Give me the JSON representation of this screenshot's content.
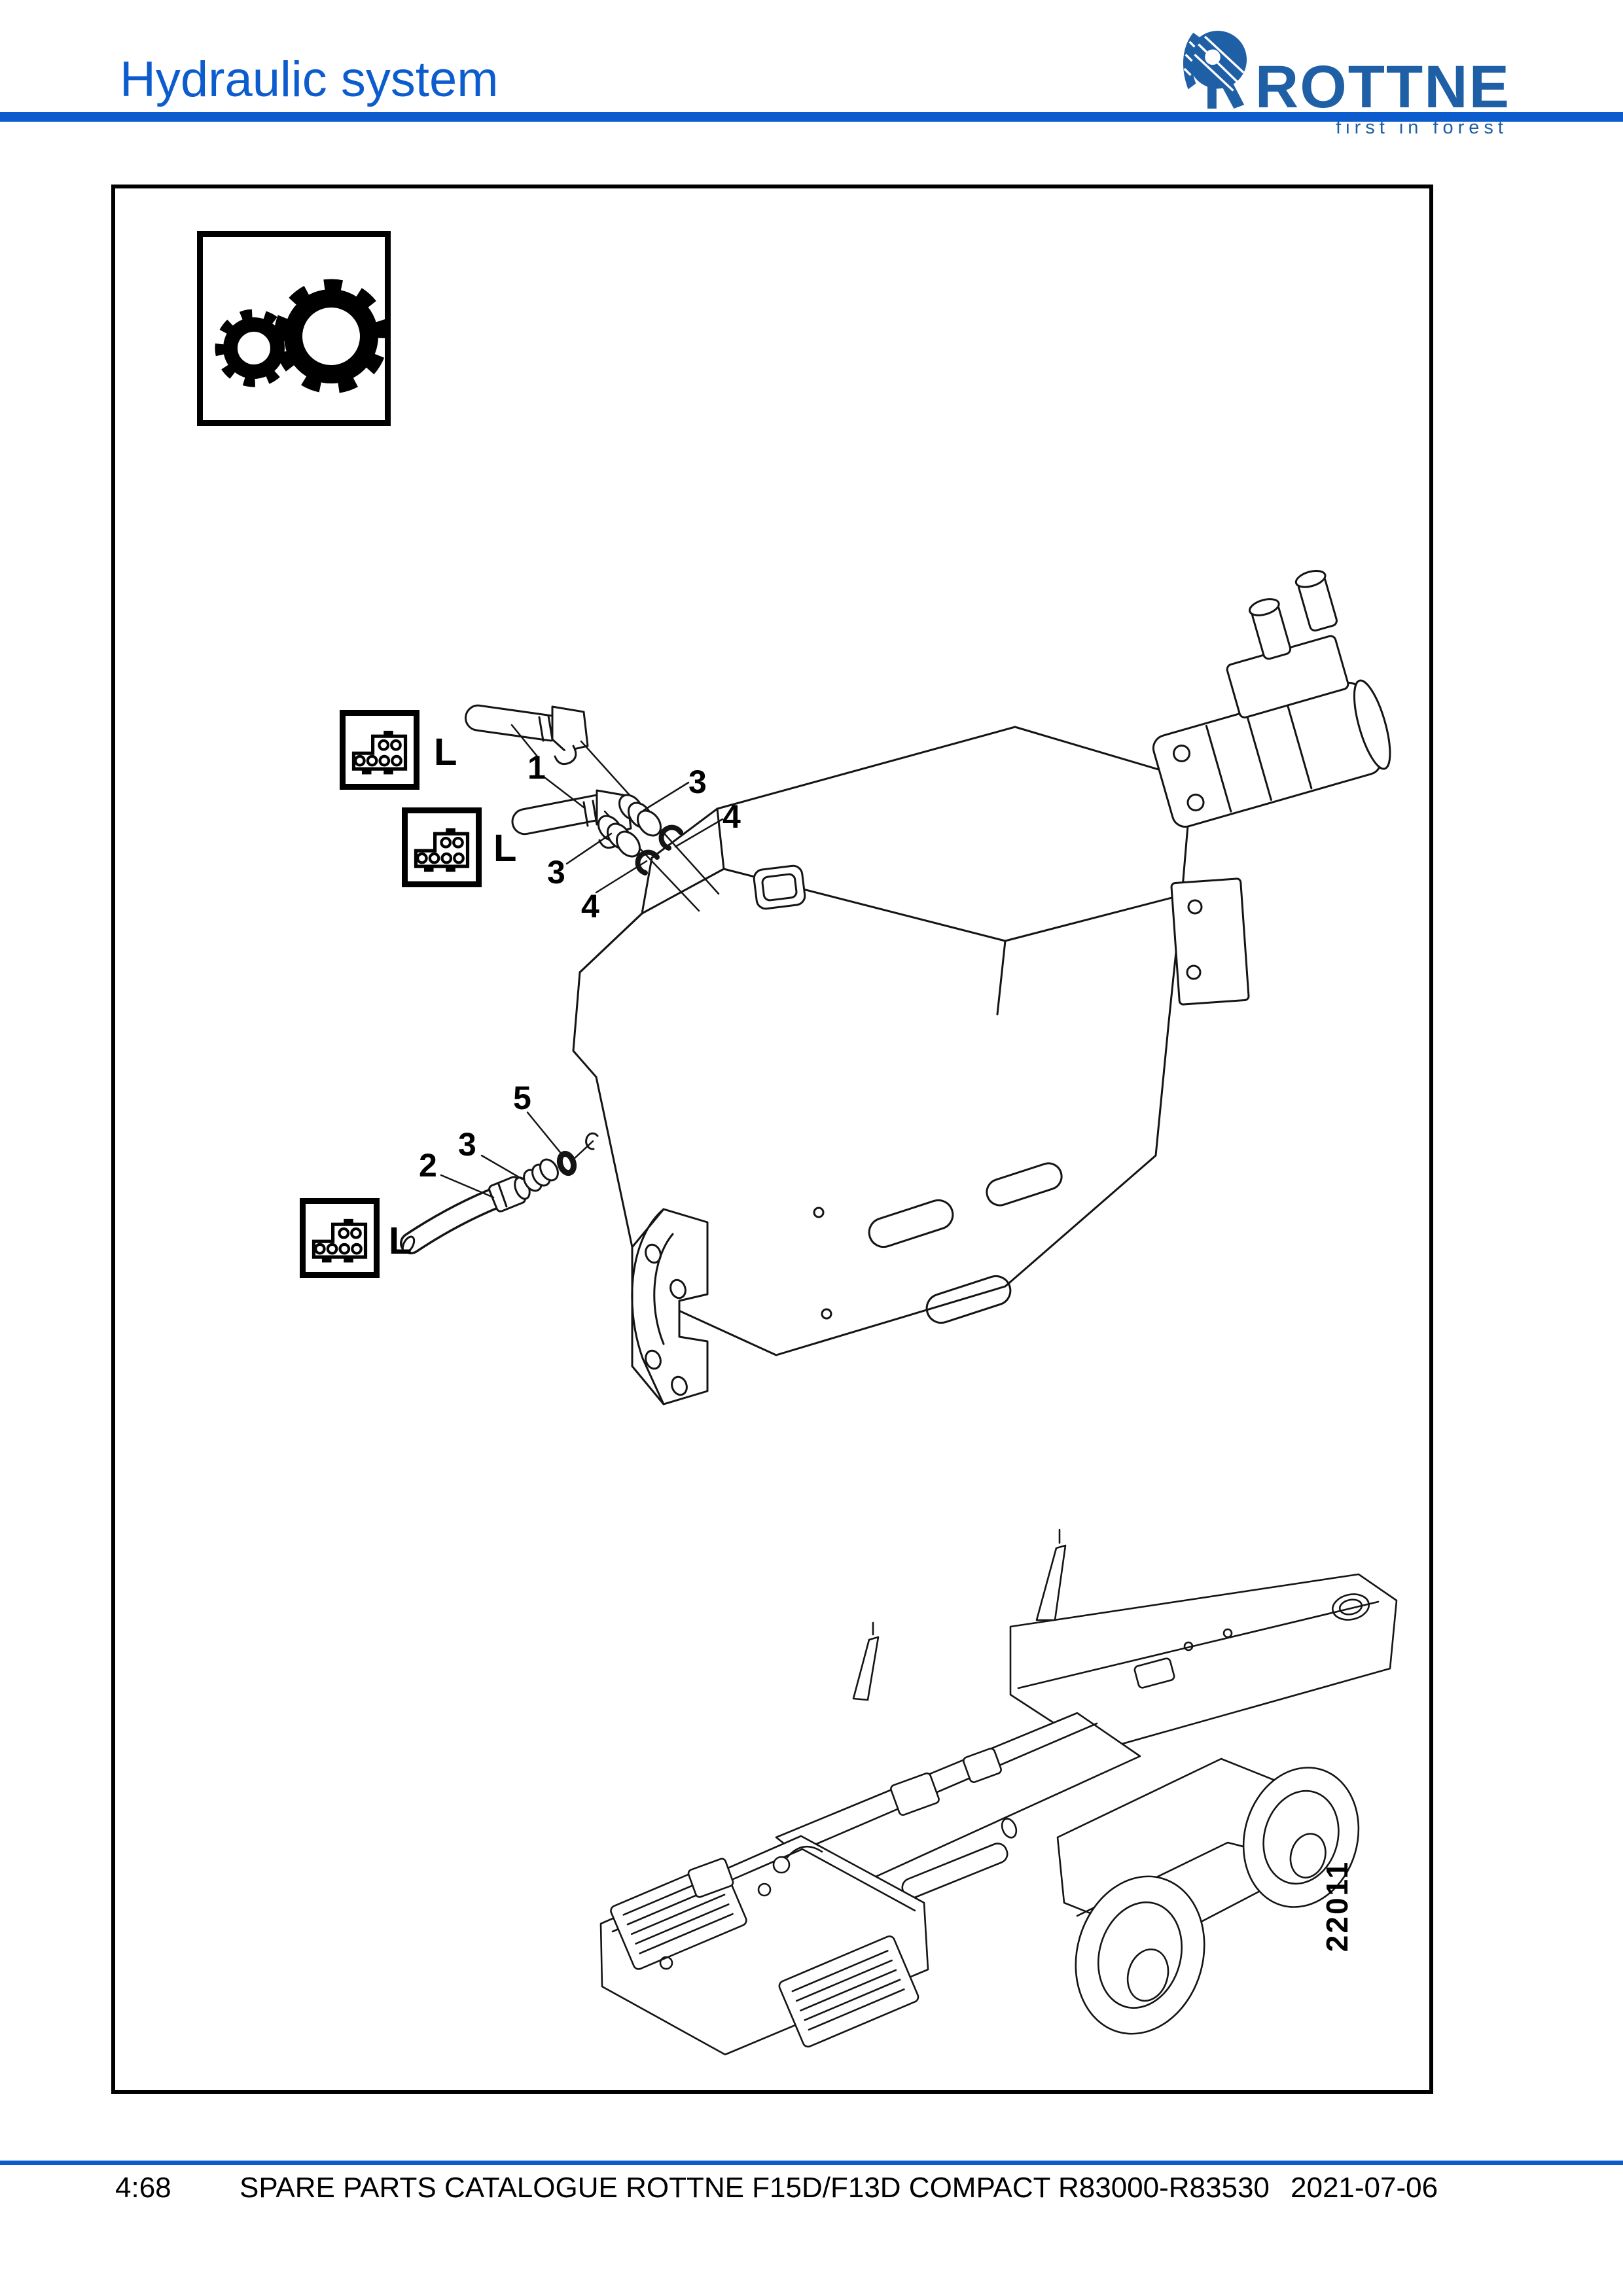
{
  "header": {
    "title": "Hydraulic system",
    "brand": "ROTTNE",
    "tagline": "first in forest"
  },
  "colors": {
    "accent_blue": "#0d5cce",
    "logo_blue": "#1e5fa6",
    "drawing_line": "#141414"
  },
  "diagram": {
    "figure_number": "22011",
    "connector_label": "L",
    "callouts": [
      {
        "label": "1"
      },
      {
        "label": "3"
      },
      {
        "label": "4"
      },
      {
        "label": "3"
      },
      {
        "label": "4"
      },
      {
        "label": "5"
      },
      {
        "label": "3"
      },
      {
        "label": "2"
      }
    ]
  },
  "footer": {
    "page_ref": "4:68",
    "catalogue_title": "SPARE PARTS CATALOGUE ROTTNE F15D/F13D COMPACT R83000-R83530",
    "date": "2021-07-06"
  }
}
